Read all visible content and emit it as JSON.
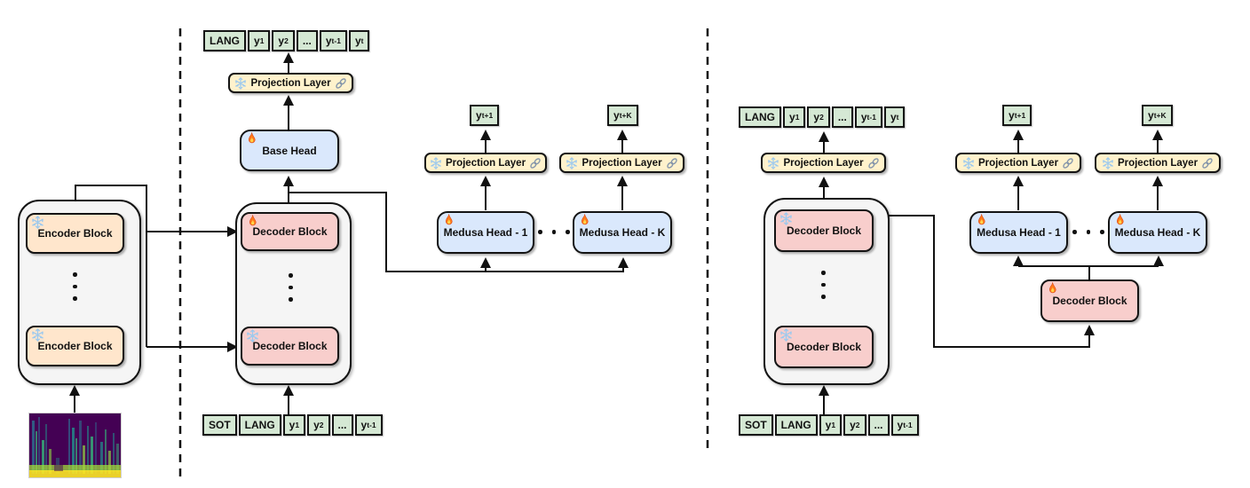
{
  "diagram": {
    "labels": {
      "encoder_block": "Encoder Block",
      "decoder_block": "Decoder Block",
      "base_head": "Base Head",
      "medusa_head_1": "Medusa Head - 1",
      "medusa_head_k": "Medusa Head - K",
      "projection_layer": "Projection Layer"
    },
    "tokens": {
      "output_full": [
        {
          "t": "LANG"
        },
        {
          "t": "y",
          "s": "1"
        },
        {
          "t": "y",
          "s": "2"
        },
        {
          "t": "..."
        },
        {
          "t": "y",
          "s": "t-1"
        },
        {
          "t": "y",
          "s": "t"
        }
      ],
      "input_shifted": [
        {
          "t": "SOT"
        },
        {
          "t": "LANG"
        },
        {
          "t": "y",
          "s": "1"
        },
        {
          "t": "y",
          "s": "2"
        },
        {
          "t": "..."
        },
        {
          "t": "y",
          "s": "t-1"
        }
      ],
      "y_t_plus_1": [
        {
          "t": "y",
          "s": "t+1"
        }
      ],
      "y_t_plus_k": [
        {
          "t": "y",
          "s": "t+K"
        }
      ]
    },
    "icons": {
      "fire": "fire-icon",
      "snowflake": "snowflake-icon",
      "link": "link-icon"
    },
    "colors": {
      "container": "#f5f5f5",
      "encoder": "#ffe6cc",
      "decoder": "#f8cecc",
      "head": "#dae8fc",
      "projection": "#fff2cc",
      "token": "#d5e8d4",
      "line": "#111111"
    }
  }
}
